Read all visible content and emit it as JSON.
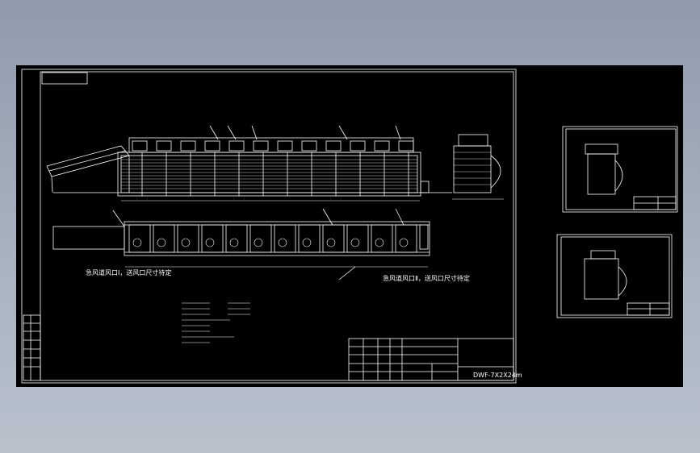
{
  "drawing": {
    "note_left": "急风道风口Ⅰ，送风口尺寸待定",
    "note_right": "急风道风口Ⅱ，送风口尺寸待定",
    "title_block_model": "DWF-7X2X24m"
  },
  "colors": {
    "workspace_bg": "#000000",
    "line": "#ffffff",
    "window_bg": "#9aa6b4"
  }
}
